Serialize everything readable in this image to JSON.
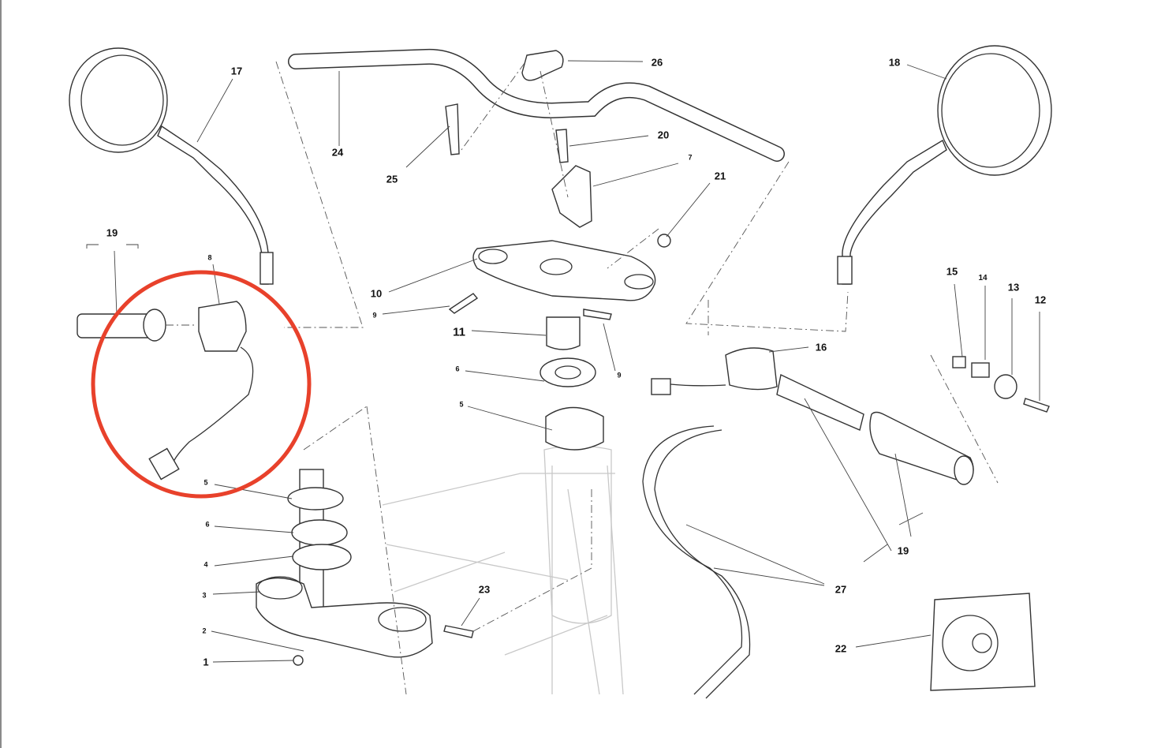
{
  "diagram": {
    "callouts": {
      "c17": "17",
      "c24": "24",
      "c25": "25",
      "c26": "26",
      "c20": "20",
      "c7": "7",
      "c21": "21",
      "c18": "18",
      "c19a": "19",
      "c8": "8",
      "c10": "10",
      "c9a": "9",
      "c11": "11",
      "c6a": "6",
      "c9b": "9",
      "c5a": "5",
      "c15": "15",
      "c14": "14",
      "c13": "13",
      "c12": "12",
      "c16": "16",
      "c5b": "5",
      "c6b": "6",
      "c4": "4",
      "c3": "3",
      "c2": "2",
      "c1": "1",
      "c23": "23",
      "c19b": "19",
      "c27": "27",
      "c22": "22"
    },
    "highlight_color": "#e8412b"
  }
}
